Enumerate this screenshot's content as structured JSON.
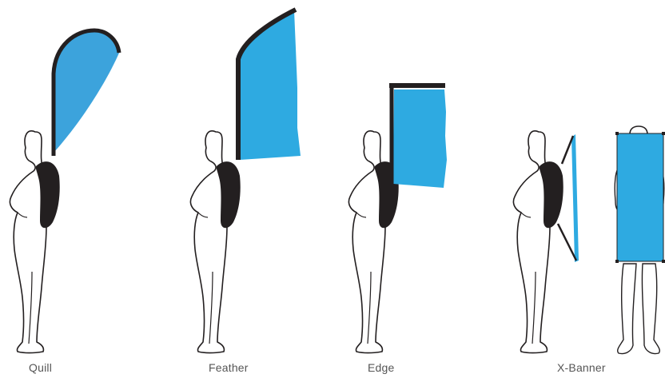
{
  "colors": {
    "flag_fill": "#2EAAE1",
    "flag_fill_quill": "#3CA3DC",
    "pole": "#231F20",
    "backpack": "#231F20",
    "outline": "#231F20",
    "caption": "#555555",
    "background": "#FFFFFF"
  },
  "labels": {
    "quill": "Quill",
    "feather": "Feather",
    "edge": "Edge",
    "xbanner": "X-Banner"
  },
  "illustrations": [
    {
      "name": "quill",
      "shape": "teardrop-flag"
    },
    {
      "name": "feather",
      "shape": "feather-flag"
    },
    {
      "name": "edge",
      "shape": "rectangular-flag-with-top-bar"
    },
    {
      "name": "xbanner",
      "shape": "x-frame-banner",
      "views": [
        "side",
        "back"
      ]
    }
  ]
}
